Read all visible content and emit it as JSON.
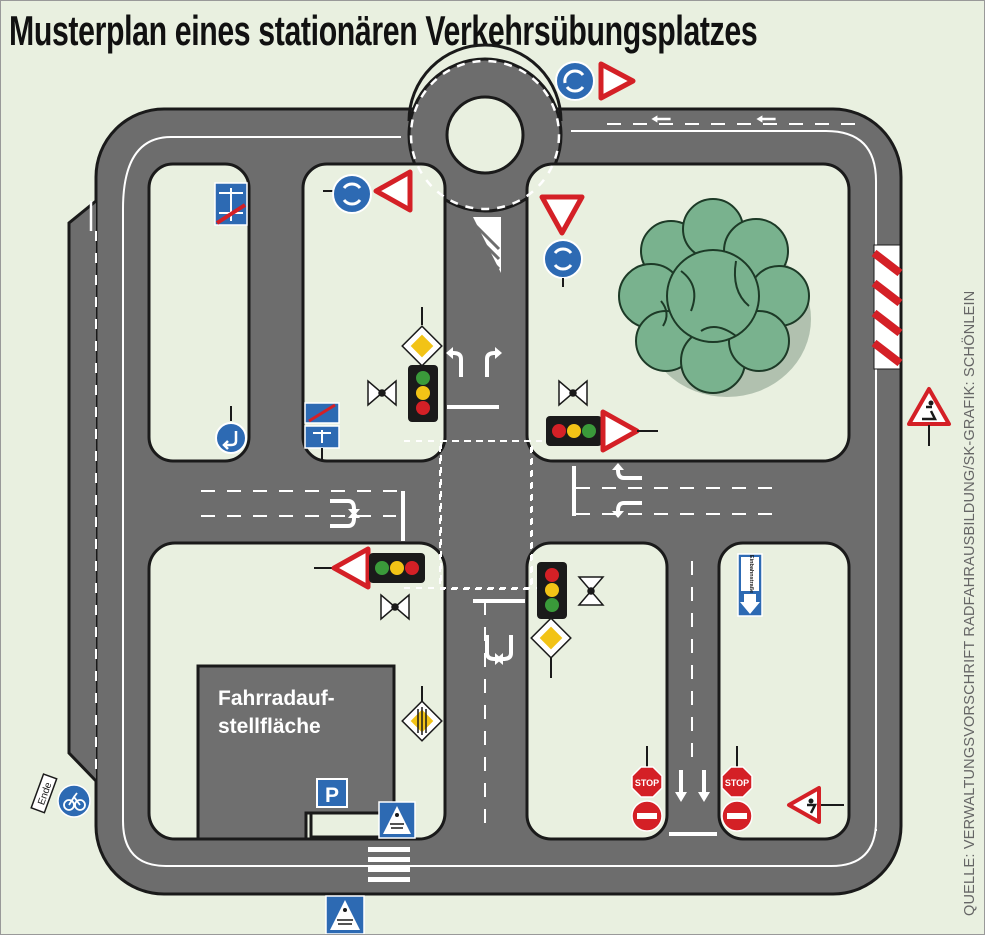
{
  "title": "Musterplan eines stationären Verkehrsübungsplatzes",
  "credit": "QUELLE: VERWALTUNGSVORSCHRIFT RADFAHRAUSBILDUNG/SK-GRAFIK: SCHÖNLEIN",
  "labels": {
    "bike_area_line1": "Fahrradauf-",
    "bike_area_line2": "stellfläche",
    "parking": "P",
    "stop": "STOP",
    "one_way": "Einbahnstraße",
    "ende": "Ende"
  },
  "colors": {
    "background": "#e9f0e0",
    "road": "#6d6d6d",
    "curb": "#1a1a1a",
    "sign_blue": "#2d6ab3",
    "sign_red": "#d42026",
    "tree": "#79b28e",
    "parking_area": "#6f6f6f"
  }
}
